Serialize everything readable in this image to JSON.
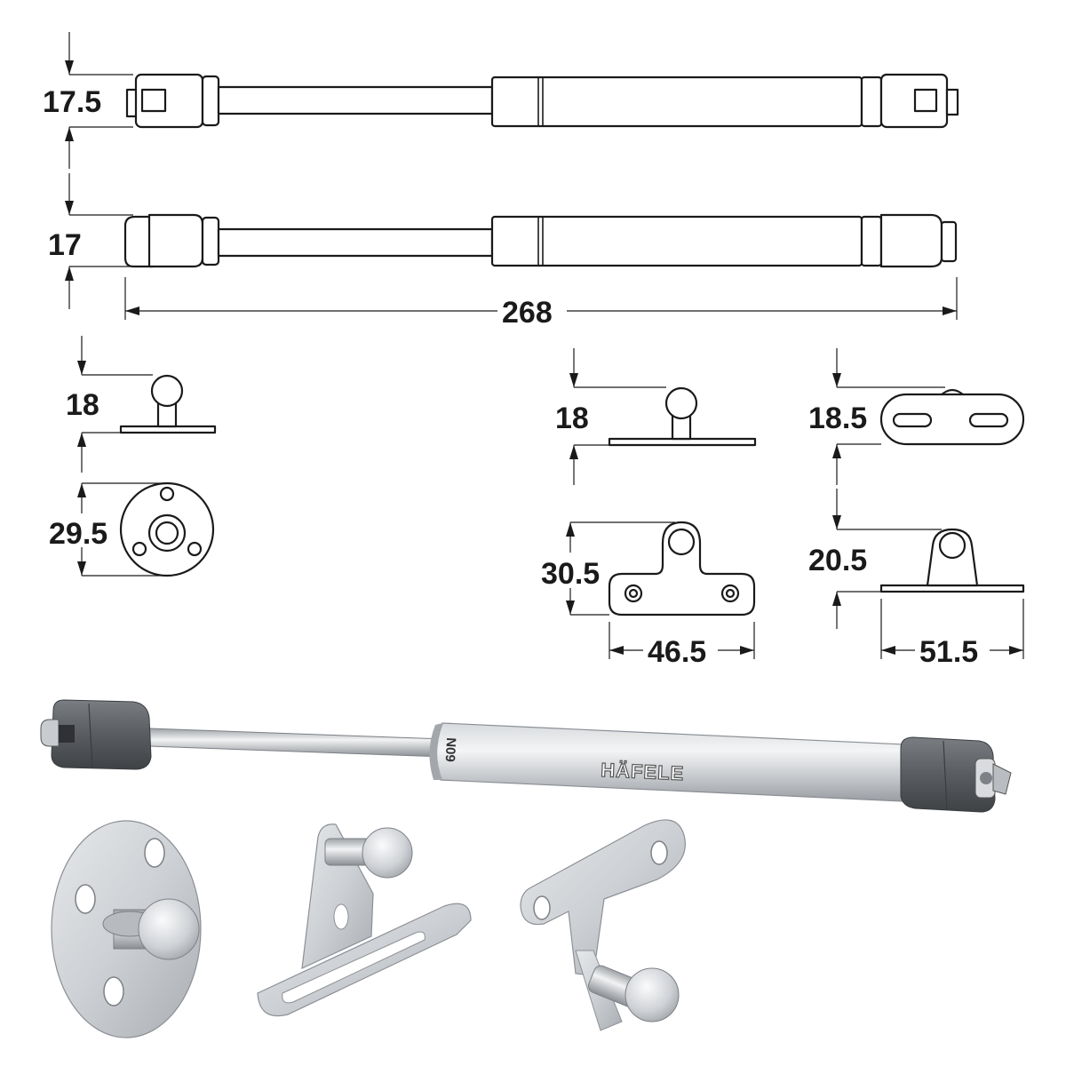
{
  "dimensions": {
    "strut_a_height": "17.5",
    "strut_b_height": "17",
    "strut_length": "268",
    "round_bracket_height": "18",
    "round_bracket_diameter": "29.5",
    "t_bracket_height": "18",
    "t_bracket_depth": "30.5",
    "t_bracket_width": "46.5",
    "slot_bracket_height": "18.5",
    "slot_bracket_depth": "20.5",
    "slot_bracket_width": "51.5"
  },
  "product": {
    "brand": "HÄFELE",
    "stamp": "60N"
  },
  "colors": {
    "line": "#1a1a1a",
    "metal": "#c9ccd0",
    "end_cap": "#5c5f63"
  }
}
